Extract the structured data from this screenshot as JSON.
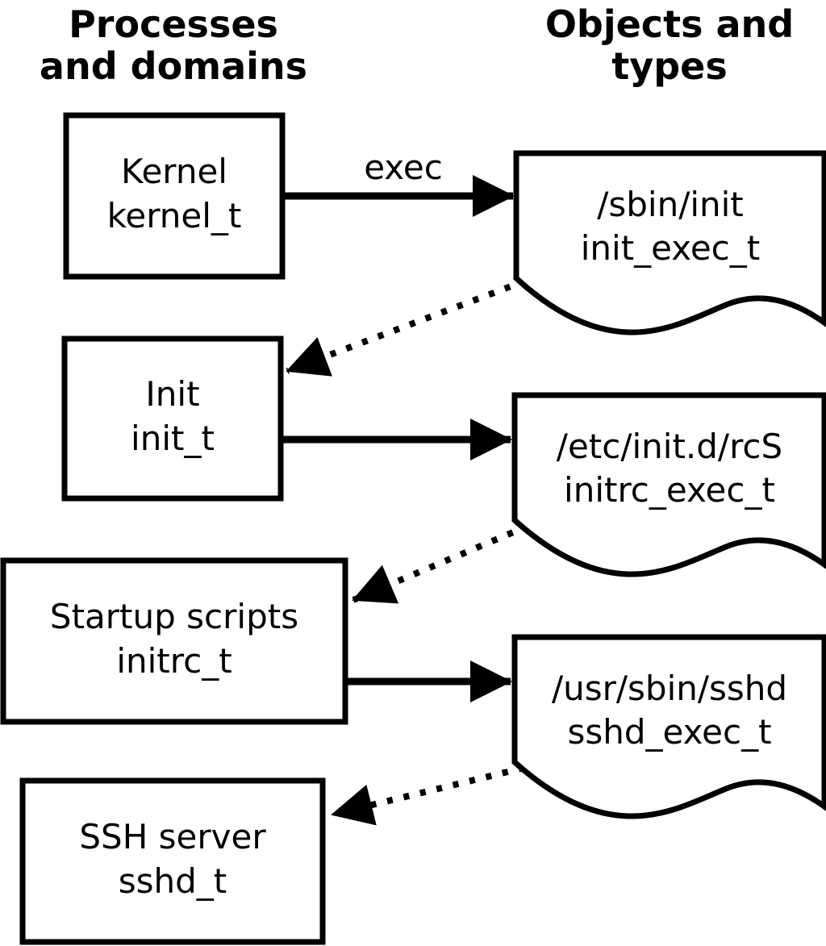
{
  "headers": {
    "left": {
      "line1": "Processes",
      "line2": "and domains"
    },
    "right": {
      "line1": "Objects and",
      "line2": "types"
    }
  },
  "process_boxes": [
    {
      "line1": "Kernel",
      "line2": "kernel_t"
    },
    {
      "line1": "Init",
      "line2": "init_t"
    },
    {
      "line1": "Startup scripts",
      "line2": "initrc_t"
    },
    {
      "line1": "SSH server",
      "line2": "sshd_t"
    }
  ],
  "object_docs": [
    {
      "line1": "/sbin/init",
      "line2": "init_exec_t"
    },
    {
      "line1": "/etc/init.d/rcS",
      "line2": "initrc_exec_t"
    },
    {
      "line1": "/usr/sbin/sshd",
      "line2": "sshd_exec_t"
    }
  ],
  "arrow_labels": {
    "exec": "exec"
  },
  "colors": {
    "foreground": "#000000",
    "background": "#ffffff"
  }
}
